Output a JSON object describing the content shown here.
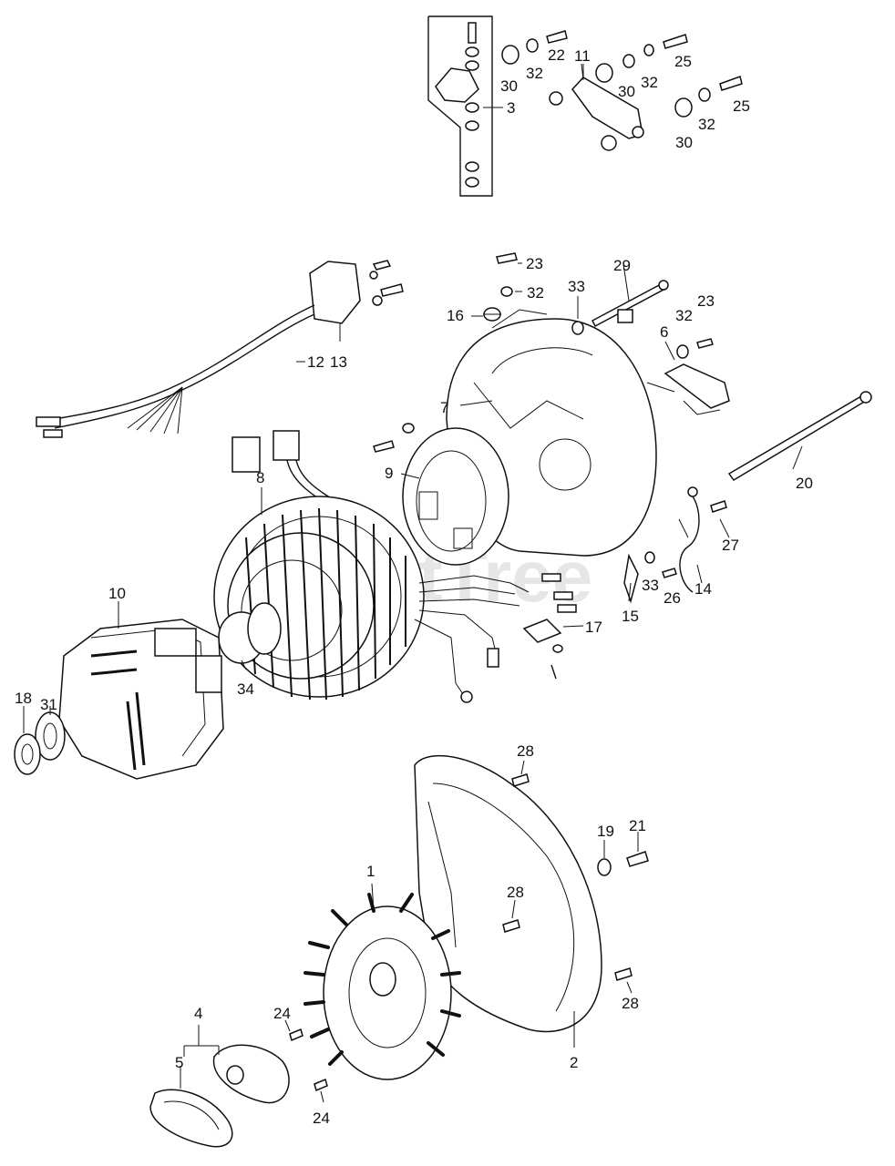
{
  "diagram": {
    "watermark_text": "PartTree",
    "labels": {
      "p1": "1",
      "p2": "2",
      "p3": "3",
      "p4": "4",
      "p5": "5",
      "p6": "6",
      "p7": "7",
      "p8": "8",
      "p9": "9",
      "p10": "10",
      "p11": "11",
      "p12": "12",
      "p13": "13",
      "p14": "14",
      "p15": "15",
      "p16": "16",
      "p17": "17",
      "p18": "18",
      "p19": "19",
      "p20": "20",
      "p21": "21",
      "p22": "22",
      "p23a": "23",
      "p23b": "23",
      "p24a": "24",
      "p24b": "24",
      "p25a": "25",
      "p25b": "25",
      "p26": "26",
      "p27": "27",
      "p28a": "28",
      "p28b": "28",
      "p28c": "28",
      "p29": "29",
      "p30a": "30",
      "p30b": "30",
      "p30c": "30",
      "p31": "31",
      "p32a": "32",
      "p32b": "32",
      "p32c": "32",
      "p32d": "32",
      "p32e": "32",
      "p33a": "33",
      "p33b": "33",
      "p34": "34"
    }
  }
}
